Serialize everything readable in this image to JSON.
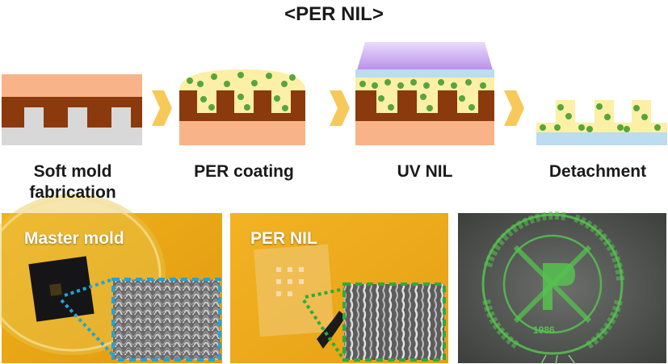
{
  "title": "<PER NIL>",
  "steps": [
    {
      "label_line1": "Soft mold",
      "label_line2": "fabrication"
    },
    {
      "label_line1": "PER coating",
      "label_line2": ""
    },
    {
      "label_line1": "UV NIL",
      "label_line2": ""
    },
    {
      "label_line1": "Detachment",
      "label_line2": ""
    }
  ],
  "photos": [
    {
      "label": "Master mold"
    },
    {
      "label": "PER NIL"
    },
    {
      "label": ""
    }
  ],
  "seal": {
    "year": "1986"
  },
  "colors": {
    "peach": "#f8b389",
    "brown": "#8b3a0e",
    "gray": "#d8d8d8",
    "resin": "#fcefa6",
    "particle": "#58a53c",
    "substrate": "#bcdcef",
    "uv": "#b889e8",
    "arrow": "#f7c95a",
    "photo_yellow": "#e8a817",
    "inset_blue": "#22a4d8",
    "inset_green": "#2faa3c",
    "laser_green": "#56c24f"
  }
}
